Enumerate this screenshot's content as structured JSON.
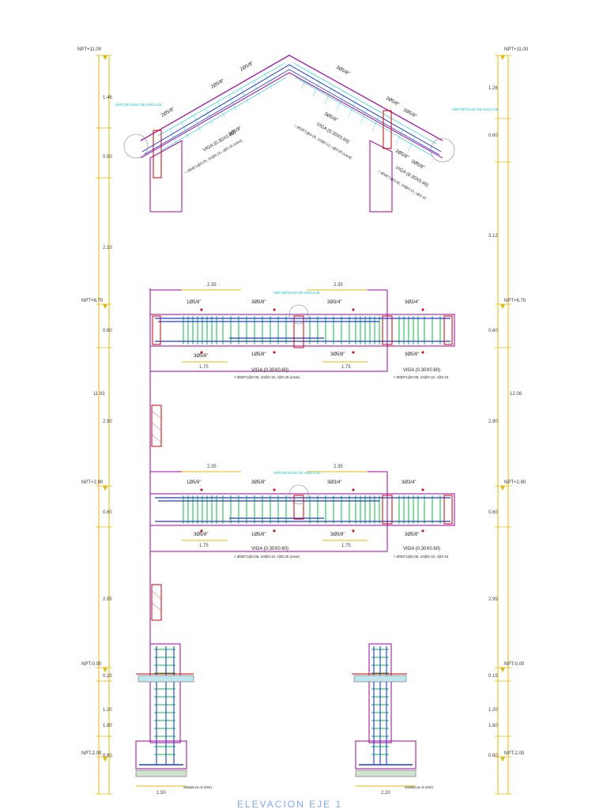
{
  "levels": {
    "left": [
      "NPT+11.00",
      "NPT+6.70",
      "NPT+2.90",
      "NPT-0.00",
      "NPT-2.00"
    ],
    "right": [
      "NPT+11.00",
      "NPT+6.70",
      "NPT+2.90",
      "NPT-0.00",
      "NPT-2.00"
    ]
  },
  "left_dims": [
    "1.48",
    "0.50",
    "2.10",
    "0.60",
    "2.90",
    "0.60",
    "2.95",
    "0.15",
    "1.20",
    "1.80",
    "0.60"
  ],
  "left_total": "11.93",
  "right_dims": [
    "1.26",
    "0.60",
    "3.12",
    "0.60",
    "2.90",
    "0.60",
    "2.95",
    "0.15",
    "1.20",
    "1.80",
    "0.60"
  ],
  "right_total": "12.08",
  "roof": {
    "left_bars": [
      "2Ø5/8\"",
      "2Ø5/8\"",
      "2Ø5/8\"",
      "3Ø5/8\"",
      "2Ø5/8\""
    ],
    "right_bars": [
      "3Ø5/8\"",
      "2Ø5/8\"",
      "2Ø5/8\"",
      "3Ø5/8\"",
      "2Ø5/8\"",
      "2Ø5/8\""
    ],
    "beam_left": "VIGA (0.30X0.60)",
    "beam_right": "VIGA (0.30X0.60)",
    "beam_right2": "VIGA (0.30X0.40)",
    "stirrups": "□ Ø3/8\"1@0.05, 10@0.10, r@0.20 (c/ext)",
    "stirrups2": "□ Ø3/8\"1@0.05, 10@0.10, r@0.15",
    "detail": "VER DETALLE\nDE ANCLAJE"
  },
  "floors": [
    {
      "top_dim_left": "2.35",
      "top_dim_right": "2.35",
      "bot_dim_left": "1.75",
      "bot_dim_right": "1.75",
      "top_bars": [
        "1Ø5/8\"",
        "3Ø5/8\"",
        "3Ø3/4\"",
        "3Ø3/4\""
      ],
      "bot_bars": [
        "3Ø5/8\"",
        "1Ø5/8\"",
        "3Ø5/8\"",
        "3Ø5/8\""
      ],
      "beam_a": "VIGA (0.30X0.60)",
      "beam_b": "VIGA (0.30X0.60)",
      "stirrup_a": "□ Ø3/8\"1@0.05, 10@0.10, r@0.20 (c/ext)",
      "stirrup_b": "□ Ø3/8\"1@0.05, 10@0.10, r@0.15",
      "detail": "VER DETALLE\nDE ANCLAJE"
    },
    {
      "top_dim_left": "2.35",
      "top_dim_right": "2.35",
      "bot_dim_left": "1.75",
      "bot_dim_right": "1.75",
      "top_bars": [
        "1Ø5/8\"",
        "3Ø5/8\"",
        "3Ø3/4\"",
        "3Ø3/4\""
      ],
      "bot_bars": [
        "3Ø5/8\"",
        "1Ø5/8\"",
        "3Ø5/8\"",
        "3Ø5/8\""
      ],
      "beam_a": "VIGA (0.30X0.60)",
      "beam_b": "VIGA (0.30X0.60)",
      "stirrup_a": "□ Ø3/8\"1@0.05, 10@0.10, r@0.20 (c/ext)",
      "stirrup_b": "□ Ø3/8\"1@0.05, 10@0.10, r@0.15",
      "detail": "VER DETALLE\nDE ANCLAJE"
    }
  ],
  "footings": {
    "left_width": "1.50",
    "right_width": "2.20",
    "solado_left": "Solado (e=0.10m)",
    "solado_right": "Solado (e=0.10m)"
  },
  "title": "ELEVACION EJE 1",
  "colors": {
    "dim": "#e8b800",
    "concrete": "#a000a0",
    "rebar": "#1a3ad8",
    "stirrup": "#00c040",
    "cyan": "#00c8d8",
    "section": "#d00000"
  }
}
